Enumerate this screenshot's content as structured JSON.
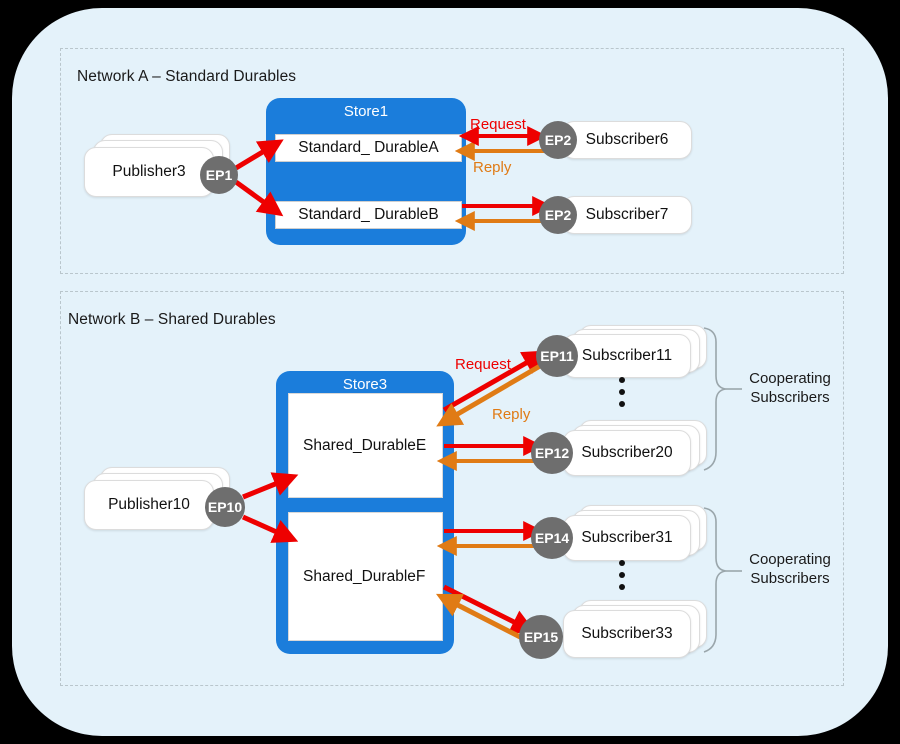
{
  "theme": {
    "outer_bg": "#000000",
    "panel_bg": "#e4f2fa",
    "store_blue": "#1b7ddb",
    "ep_gray": "#6e6e6e",
    "request_red": "#ee0000",
    "reply_orange": "#e07b15",
    "region_border": "#b9c6cc"
  },
  "networks": [
    {
      "id": "network-a",
      "title": "Network A – Standard Durables",
      "publisher": {
        "label": "Publisher3",
        "endpoint": "EP1"
      },
      "store": {
        "title": "Store1",
        "durables": [
          {
            "label": "Standard_ DurableA"
          },
          {
            "label": "Standard_ DurableB"
          }
        ]
      },
      "flows": {
        "request": "Request",
        "reply": "Reply"
      },
      "subscribers": [
        {
          "endpoint": "EP2",
          "label": "Subscriber6"
        },
        {
          "endpoint": "EP2",
          "label": "Subscriber7"
        }
      ]
    },
    {
      "id": "network-b",
      "title": "Network B – Shared Durables",
      "publisher": {
        "label": "Publisher10",
        "endpoint": "EP10"
      },
      "store": {
        "title": "Store3",
        "durables": [
          {
            "label": "Shared_DurableE"
          },
          {
            "label": "Shared_DurableF"
          }
        ]
      },
      "flows": {
        "request": "Request",
        "reply": "Reply"
      },
      "groups": [
        {
          "bracket_label_line1": "Cooperating",
          "bracket_label_line2": "Subscribers",
          "subscribers": [
            {
              "endpoint": "EP11",
              "label": "Subscriber11"
            },
            {
              "endpoint": "EP12",
              "label": "Subscriber20"
            }
          ]
        },
        {
          "bracket_label_line1": "Cooperating",
          "bracket_label_line2": "Subscribers",
          "subscribers": [
            {
              "endpoint": "EP14",
              "label": "Subscriber31"
            },
            {
              "endpoint": "EP15",
              "label": "Subscriber33"
            }
          ]
        }
      ]
    }
  ]
}
